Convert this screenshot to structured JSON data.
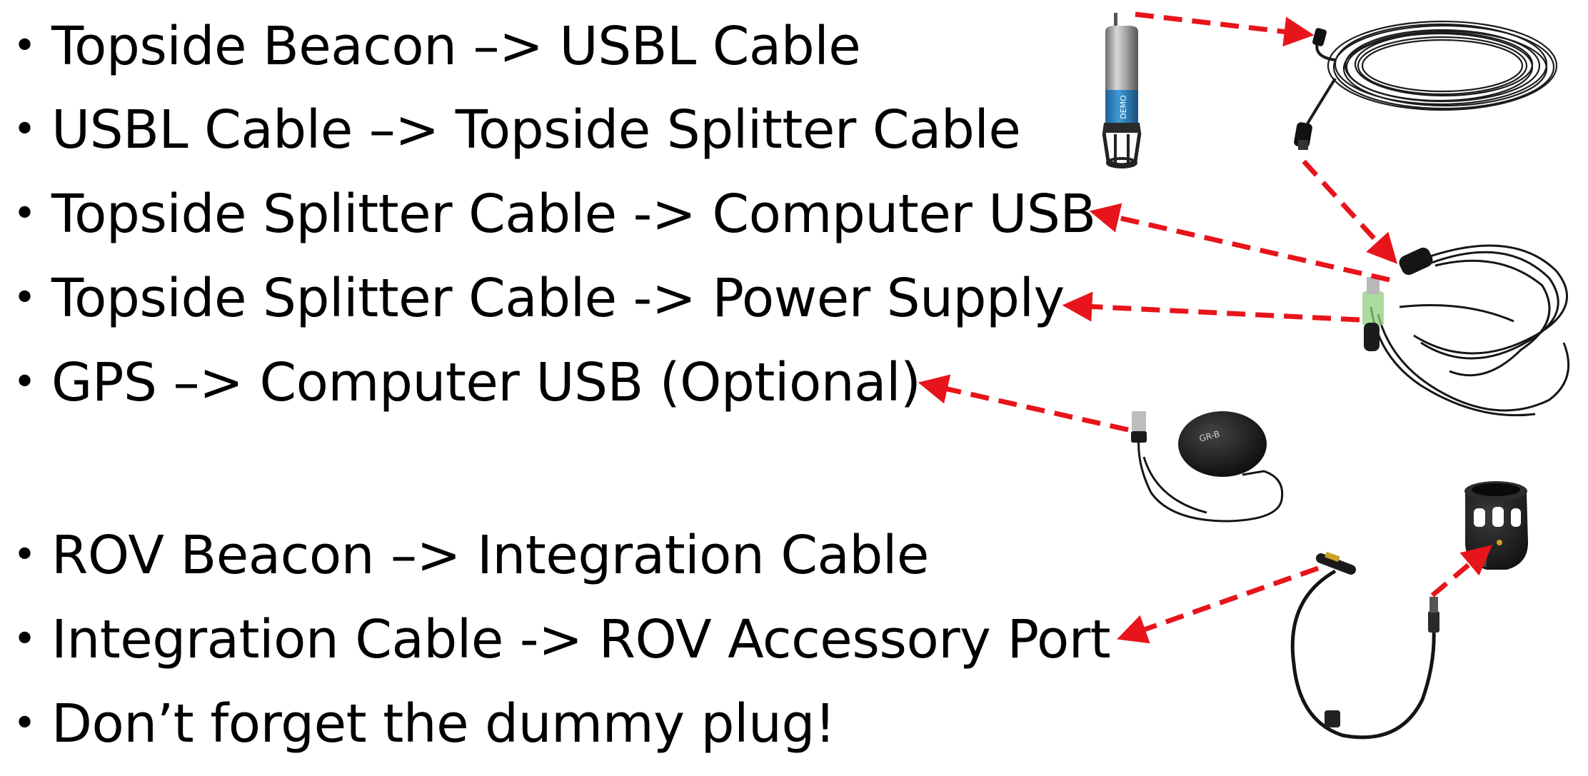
{
  "bullets_group_1": [
    {
      "text": "Topside Beacon –> USBL Cable"
    },
    {
      "text": "USBL Cable –> Topside Splitter Cable"
    },
    {
      "text": "Topside Splitter Cable -> Computer USB"
    },
    {
      "text": "Topside Splitter Cable -> Power Supply"
    },
    {
      "text": "GPS –> Computer USB (Optional)"
    }
  ],
  "bullets_group_2": [
    {
      "text": "ROV Beacon –> Integration Cable"
    },
    {
      "text": "Integration Cable -> ROV Accessory Port"
    },
    {
      "text": "Don’t forget the dummy plug!"
    }
  ],
  "bullet_glyph": "•",
  "photos": {
    "topside_beacon": {
      "icon": "topside-beacon-photo",
      "label_text": "DEMO"
    },
    "usbl_cable": {
      "icon": "coiled-usbl-cable-photo"
    },
    "splitter_cable": {
      "icon": "topside-splitter-cable-photo"
    },
    "gps": {
      "icon": "usb-gps-puck-photo",
      "label_text": "GR-B"
    },
    "integration_cable": {
      "icon": "integration-cable-photo"
    },
    "rov_beacon": {
      "icon": "rov-beacon-photo"
    }
  },
  "colors": {
    "arrow": "#e8141b",
    "text": "#000000",
    "cable": "#1c1c1c",
    "beacon_blue": "#2f86c4"
  }
}
